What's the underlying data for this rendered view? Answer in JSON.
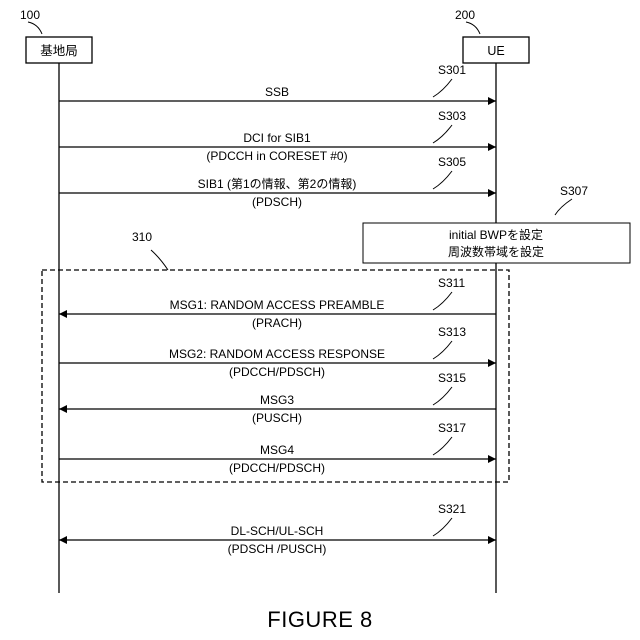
{
  "nodes": {
    "base_station": {
      "ref": "100",
      "label": "基地局"
    },
    "ue": {
      "ref": "200",
      "label": "UE"
    }
  },
  "messages": [
    {
      "step": "S301",
      "lines": [
        "SSB"
      ],
      "direction": "to-ue"
    },
    {
      "step": "S303",
      "lines": [
        "DCI for SIB1",
        "(PDCCH in CORESET #0)"
      ],
      "direction": "to-ue"
    },
    {
      "step": "S305",
      "lines": [
        "SIB1 (第1の情報、第2の情報)",
        "(PDSCH)"
      ],
      "direction": "to-ue"
    },
    {
      "step": "S311",
      "lines": [
        "MSG1: RANDOM ACCESS PREAMBLE",
        "(PRACH)"
      ],
      "direction": "to-base"
    },
    {
      "step": "S313",
      "lines": [
        "MSG2: RANDOM ACCESS RESPONSE",
        "(PDCCH/PDSCH)"
      ],
      "direction": "to-ue"
    },
    {
      "step": "S315",
      "lines": [
        "MSG3",
        "(PUSCH)"
      ],
      "direction": "to-base"
    },
    {
      "step": "S317",
      "lines": [
        "MSG4",
        "(PDCCH/PDSCH)"
      ],
      "direction": "to-ue"
    },
    {
      "step": "S321",
      "lines": [
        "DL-SCH/UL-SCH",
        "(PDSCH /PUSCH)"
      ],
      "direction": "both"
    }
  ],
  "process": {
    "step": "S307",
    "lines": [
      "initial BWPを設定",
      "周波数帯域を設定"
    ]
  },
  "group": {
    "ref": "310"
  },
  "caption": "FIGURE 8"
}
